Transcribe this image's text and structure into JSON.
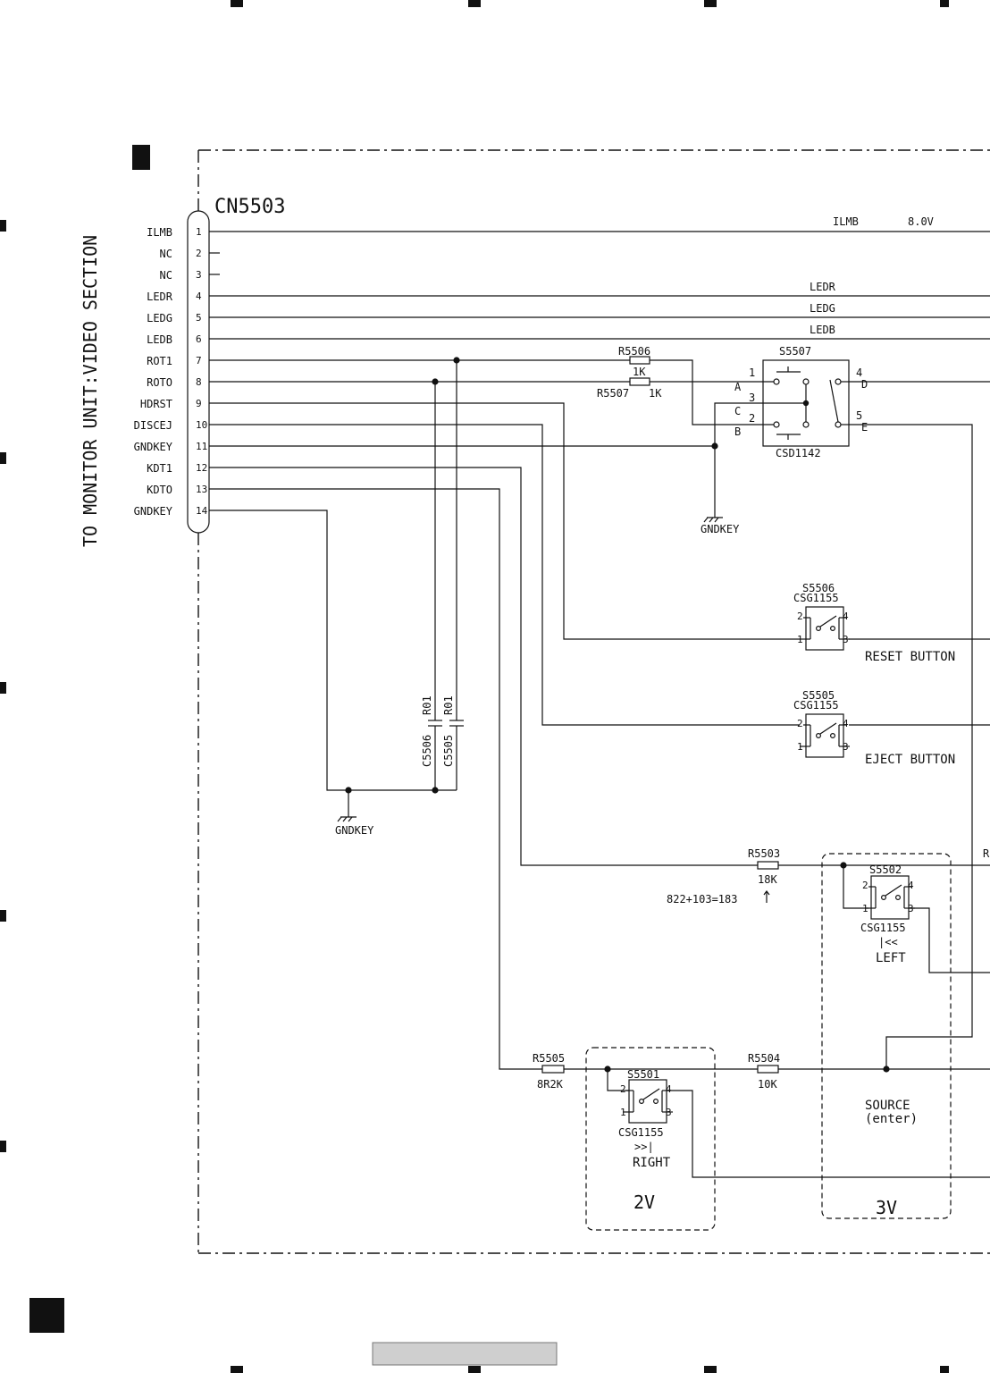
{
  "connector": {
    "name": "CN5503",
    "side_label": "TO MONITOR UNIT:VIDEO SECTION",
    "pins": [
      {
        "num": "1",
        "label": "ILMB"
      },
      {
        "num": "2",
        "label": "NC"
      },
      {
        "num": "3",
        "label": "NC"
      },
      {
        "num": "4",
        "label": "LEDR"
      },
      {
        "num": "5",
        "label": "LEDG"
      },
      {
        "num": "6",
        "label": "LEDB"
      },
      {
        "num": "7",
        "label": "ROT1"
      },
      {
        "num": "8",
        "label": "ROTO"
      },
      {
        "num": "9",
        "label": "HDRST"
      },
      {
        "num": "10",
        "label": "DISCEJ"
      },
      {
        "num": "11",
        "label": "GNDKEY"
      },
      {
        "num": "12",
        "label": "KDT1"
      },
      {
        "num": "13",
        "label": "KDTO"
      },
      {
        "num": "14",
        "label": "GNDKEY"
      }
    ]
  },
  "nets": {
    "ilmb": "ILMB",
    "ilmb_voltage": "8.0V",
    "ledr": "LEDR",
    "ledg": "LEDG",
    "ledb": "LEDB",
    "gndkey": "GNDKEY",
    "cut_r": "R"
  },
  "resistors": {
    "r5506": {
      "ref": "R5506",
      "value": "1K"
    },
    "r5507": {
      "ref": "R5507",
      "value": "1K"
    },
    "r5503": {
      "ref": "R5503",
      "value": "18K"
    },
    "r5505": {
      "ref": "R5505",
      "value": "8R2K"
    },
    "r5504": {
      "ref": "R5504",
      "value": "10K"
    }
  },
  "capacitors": {
    "c5506": {
      "ref": "C5506",
      "value": "R01"
    },
    "c5505": {
      "ref": "C5505",
      "value": "R01"
    }
  },
  "encoder": {
    "ref": "S5507",
    "part": "CSD1142",
    "pins": [
      "1",
      "2",
      "3",
      "4",
      "5"
    ],
    "pin_letters": [
      "A",
      "B",
      "C",
      "D",
      "E"
    ]
  },
  "switches": {
    "s5506": {
      "ref": "S5506",
      "part": "CSG1155",
      "function": "RESET BUTTON"
    },
    "s5505": {
      "ref": "S5505",
      "part": "CSG1155",
      "function": "EJECT BUTTON"
    },
    "s5502": {
      "ref": "S5502",
      "part": "CSG1155",
      "symbol": "|<<",
      "function": "LEFT"
    },
    "s5501": {
      "ref": "S5501",
      "part": "CSG1155",
      "symbol": ">>|",
      "function": "RIGHT"
    },
    "pins": [
      "1",
      "2",
      "3",
      "4"
    ]
  },
  "notes": {
    "calc": "822+103=183",
    "source_line1": "SOURCE",
    "source_line2": "(enter)",
    "group_2v": "2V",
    "group_3v": "3V"
  }
}
